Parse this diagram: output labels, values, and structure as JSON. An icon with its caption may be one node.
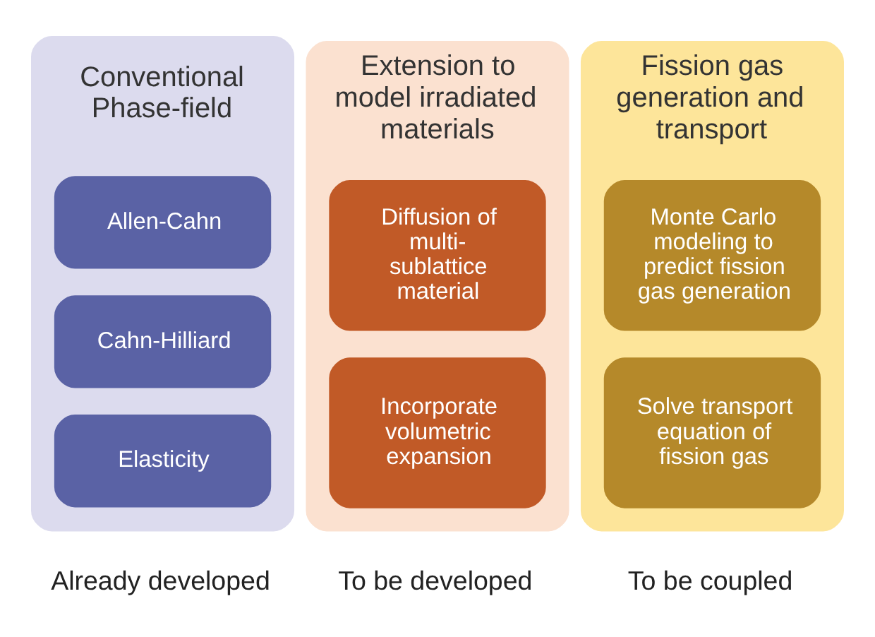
{
  "diagram": {
    "nodes": [
      {
        "text": [
          "Conventional Phase-field"
        ],
        "beside": [
          "Already developed"
        ]
      },
      {
        "text": [
          "Allen-Cahn"
        ],
        "in": 0
      },
      {
        "text": [
          "Cahn-Hilliard"
        ],
        "in": 0
      },
      {
        "text": [
          "Elasticity"
        ],
        "in": 0
      },
      {
        "text": [
          "Extension to model irradiated materials"
        ],
        "beside": [
          "To be developed"
        ]
      },
      {
        "text": [
          "Diffusion of multi-sublattice material"
        ],
        "in": 4
      },
      {
        "text": [
          "Incorporate volumetric expansion"
        ],
        "in": 4
      },
      {
        "text": [
          "Fission gas generation and transport"
        ],
        "beside": [
          "To be coupled"
        ]
      },
      {
        "text": [
          "Monte Carlo modeling to predict fission gas generation"
        ],
        "in": 7
      },
      {
        "text": [
          "Solve transport equation of fission gas"
        ],
        "in": 7
      }
    ]
  }
}
